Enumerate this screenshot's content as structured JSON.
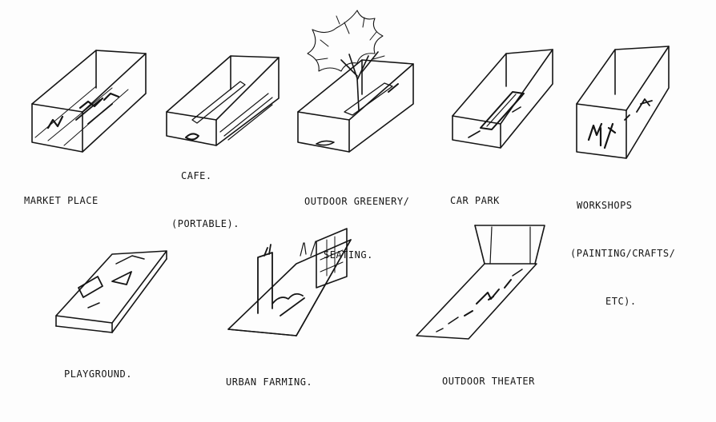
{
  "labels": {
    "market_place": "MARKET PLACE",
    "cafe_1": "CAFE.",
    "cafe_2": "(PORTABLE).",
    "outdoor_1": "OUTDOOR GREENERY/",
    "outdoor_2": "SEATING.",
    "car_park": "CAR PARK",
    "workshops_1": "WORKSHOPS",
    "workshops_2": "(PAINTING/CRAFTS/",
    "workshops_3": "ETC).",
    "playground": "PLAYGROUND.",
    "urban_farming": "URBAN FARMING.",
    "outdoor_theater": "OUTDOOR THEATER"
  },
  "ink_color": "#151515"
}
